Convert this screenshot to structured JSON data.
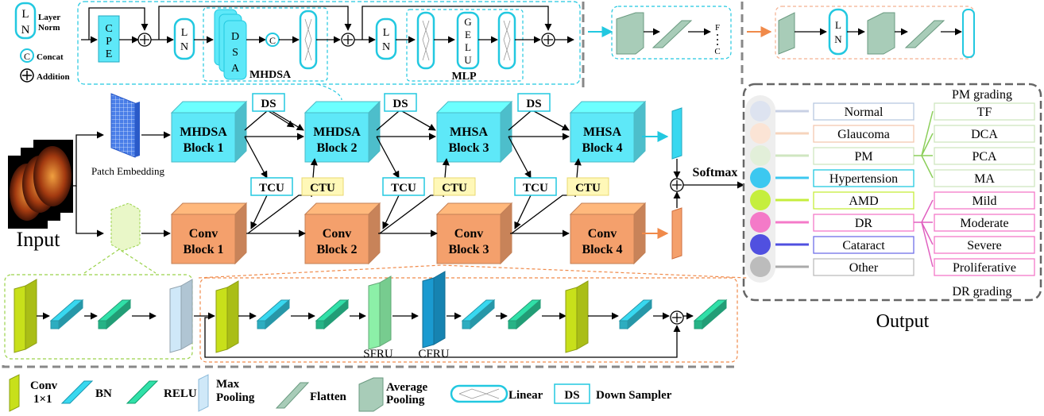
{
  "top_legend": {
    "ln_letters": [
      "L",
      "N"
    ],
    "layer_norm": [
      "Layer",
      "Norm"
    ],
    "concat_symbol": "C",
    "concat": "Concat",
    "addition": "Addition"
  },
  "top_pipeline": {
    "cpe": [
      "C",
      "P",
      "E"
    ],
    "ln": [
      "L",
      "N"
    ],
    "dsa": [
      "D",
      "S",
      "A"
    ],
    "mhdsa": "MHDSA",
    "gelu": [
      "G",
      "E",
      "L",
      "U"
    ],
    "mlp": "MLP",
    "fc": [
      "F",
      "C"
    ]
  },
  "main": {
    "input": "Input",
    "patch_embedding": "Patch Embedding",
    "transformer_blocks": [
      [
        "MHDSA",
        "Block 1"
      ],
      [
        "MHDSA",
        "Block 2"
      ],
      [
        "MHSA",
        "Block 3"
      ],
      [
        "MHSA",
        "Block 4"
      ]
    ],
    "conv_blocks": [
      [
        "Conv",
        "Block 1"
      ],
      [
        "Conv",
        "Block 2"
      ],
      [
        "Conv",
        "Block 3"
      ],
      [
        "Conv",
        "Block 4"
      ]
    ],
    "ds": "DS",
    "tcu": "TCU",
    "ctu": "CTU",
    "softmax": "Softmax"
  },
  "output": {
    "title": "Output",
    "classes": [
      "Normal",
      "Glaucoma",
      "PM",
      "Hypertension",
      "AMD",
      "DR",
      "Cataract",
      "Other"
    ],
    "class_colors": [
      "#dde3f0",
      "#fbe4d5",
      "#e2efd9",
      "#3cc8f0",
      "#c5ee3d",
      "#f47ac8",
      "#5050e0",
      "#bcbcbc"
    ],
    "pm_grading_title": "PM grading",
    "pm_grades": [
      "TF",
      "DCA",
      "PCA",
      "MA"
    ],
    "dr_grading_title": "DR grading",
    "dr_grades": [
      "Mild",
      "Moderate",
      "Severe",
      "Proliferative"
    ]
  },
  "bottom_detail": {
    "sfru": "SFRU",
    "cfru": "CFRU"
  },
  "bottom_legend": {
    "conv": [
      "Conv",
      "1×1"
    ],
    "bn": "BN",
    "relu": "RELU",
    "max_pooling": [
      "Max",
      "Pooling"
    ],
    "flatten": "Flatten",
    "average_pooling": [
      "Average",
      "Pooling"
    ],
    "linear": "Linear",
    "ds": "DS",
    "down_sampler": "Down Sampler"
  },
  "colors": {
    "transformer_block": "#5ee8f8",
    "conv_block": "#f4a06c",
    "conv1x1": "#c8e01a",
    "bn": "#38d8f0",
    "relu": "#30e0a8",
    "max_pool": "#cfe8f8",
    "flatten": "#a8ccb8",
    "ctu_fill": "#fff8b8",
    "accent_cyan": "#22c8e0",
    "accent_orange": "#f08a4a",
    "pm_branch": "#8ccf5a",
    "dr_branch": "#e060c0"
  }
}
